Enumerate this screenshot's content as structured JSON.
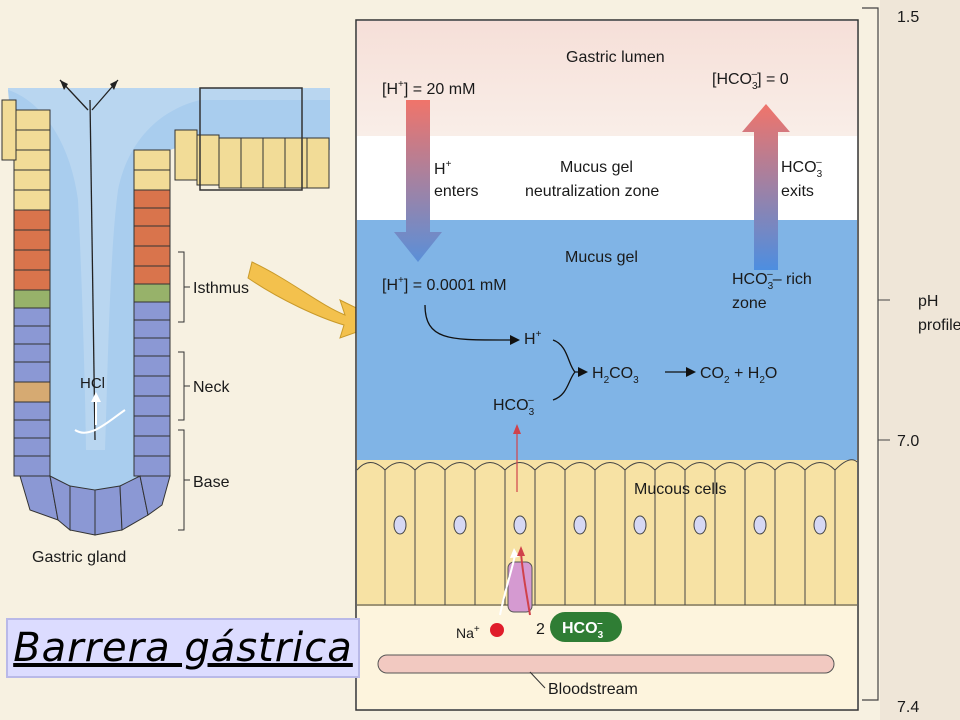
{
  "gland": {
    "isthmus": "Isthmus",
    "neck": "Neck",
    "base": "Base",
    "hcl": "HCl",
    "caption": "Gastric gland"
  },
  "panel": {
    "lumen": "Gastric lumen",
    "h_lumen": "[H",
    "h_lumen_sup": "+",
    "h_lumen_val": "] = 20 mM",
    "hco3_lumen": "[HCO",
    "hco3_lumen_sub": "3",
    "hco3_lumen_sup": "–",
    "hco3_lumen_val": "] = 0",
    "h_enters_1": "H",
    "h_enters_sup": "+",
    "h_enters_2": "enters",
    "neutral_1": "Mucus gel",
    "neutral_2": "neutralization zone",
    "hco3_exits_1": "HCO",
    "hco3_exits_sub": "3",
    "hco3_exits_sup": "–",
    "hco3_exits_2": "exits",
    "mucus_gel": "Mucus gel",
    "h_gel": "[H",
    "h_gel_sup": "+",
    "h_gel_val": "] = 0.0001 mM",
    "rich_1": "HCO",
    "rich_sub": "3",
    "rich_sup": "–",
    "rich_2": "– rich",
    "rich_3": "zone",
    "h_react": "H",
    "h_react_sup": "+",
    "hco3_react": "HCO",
    "hco3_react_sub": "3",
    "hco3_react_sup": "–",
    "h2co3": "H",
    "h2co3_sub": "2",
    "h2co3_rest": "CO",
    "h2co3_sub2": "3",
    "co2": "CO",
    "co2_sub": "2",
    "co2_rest": " + H",
    "co2_sub2": "2",
    "co2_end": "O",
    "mucous_cells": "Mucous cells",
    "na": "Na",
    "na_sup": "+",
    "two": "2",
    "hco3_badge": "HCO",
    "hco3_badge_sub": "3",
    "hco3_badge_sup": "–",
    "bloodstream": "Bloodstream"
  },
  "scale": {
    "top": "1.5",
    "mid": "7.0",
    "bottom": "7.4",
    "ph": "pH",
    "profile": "profile"
  },
  "title": "Barrera gástrica",
  "colors": {
    "mucus": "#7fb2e5",
    "lumen": "#f6dfd6",
    "cells": "#f5dd92",
    "acid_arrow": "#e8665a",
    "base_arrow": "#4f8fd8",
    "badge": "#2e7d32"
  }
}
